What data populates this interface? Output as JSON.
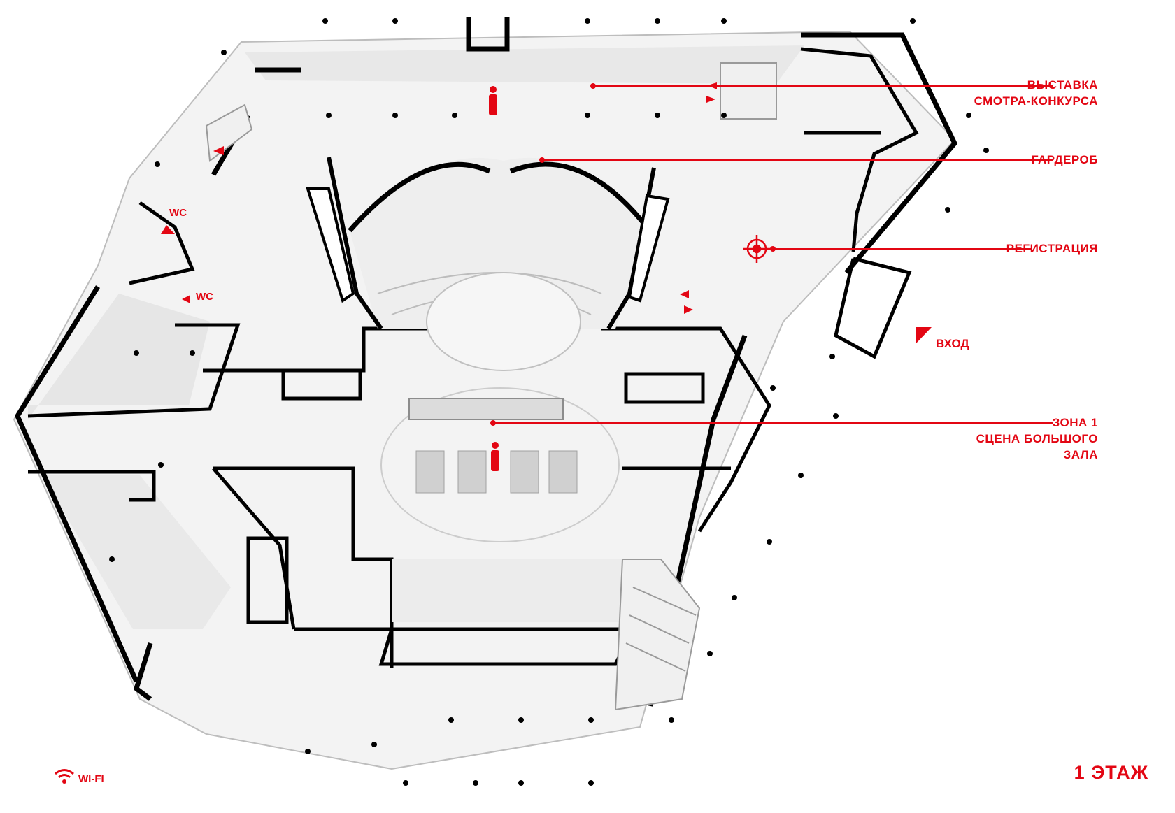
{
  "labels": {
    "exhibition_line1": "ВЫСТАВКА",
    "exhibition_line2": "СМОТРА-КОНКУРСА",
    "wardrobe": "ГАРДЕРОБ",
    "registration": "РЕГИСТРАЦИЯ",
    "entrance": "ВХОД",
    "zone_line1": "ЗОНА 1",
    "zone_line2": "СЦЕНА БОЛЬШОГО",
    "zone_line3": "ЗАЛА",
    "wc_upper": "WC",
    "wc_lower": "WC",
    "wifi": "WI-FI",
    "floor": "1 ЭТАЖ"
  },
  "icons": {
    "person": "person-icon",
    "target": "registration-target-icon",
    "wifi": "wifi-icon",
    "arrow": "direction-arrow-icon"
  },
  "colors": {
    "accent": "#e30613",
    "wall": "#000000",
    "floor_fill": "#f2f2f2",
    "furniture": "#d9d9d9"
  }
}
